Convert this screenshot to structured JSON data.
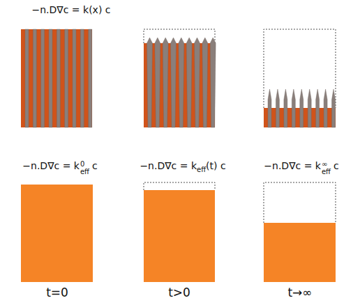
{
  "diagram": {
    "labels": [
      "−n.D∇c = k(x) c",
      "−n.D∇c = k",
      "0",
      "eff",
      "c",
      "−n.D∇c = k",
      "eff",
      "(t) c",
      "−n.D∇c = k",
      "∞",
      "eff",
      "c",
      "t=0",
      "t>0",
      "t→∞"
    ]
  }
}
